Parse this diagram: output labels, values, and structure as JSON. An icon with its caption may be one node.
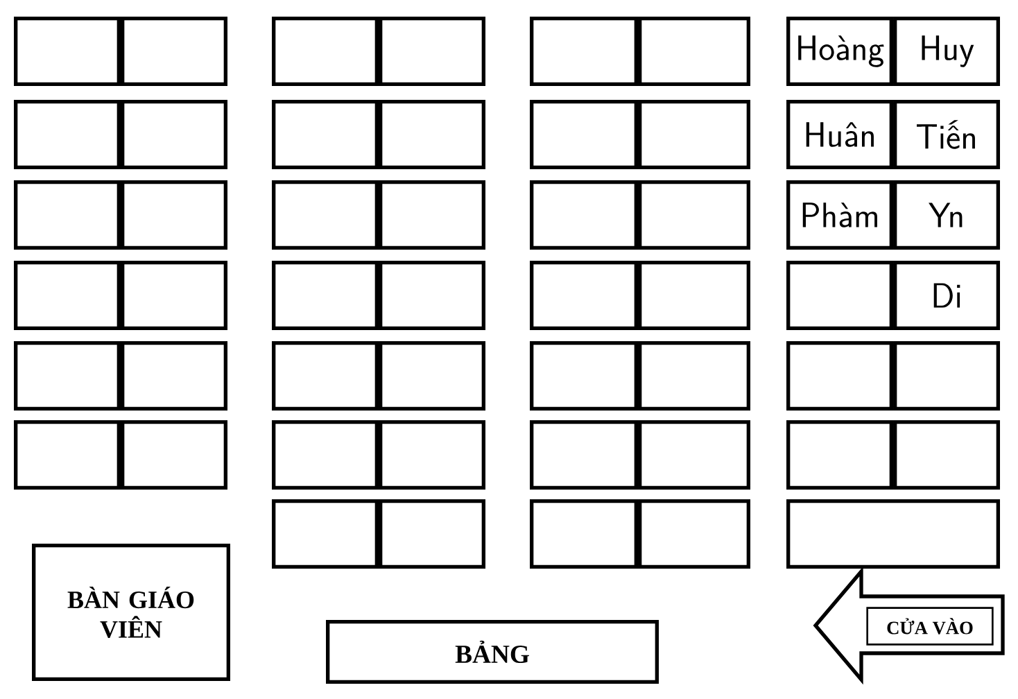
{
  "diagram": {
    "nodes": [
      {
        "text": [],
        "shape": "box"
      },
      {
        "text": [],
        "shape": "box"
      },
      {
        "text": [],
        "shape": "box"
      },
      {
        "text": [],
        "shape": "box"
      },
      {
        "text": [],
        "shape": "box"
      },
      {
        "text": [],
        "shape": "box"
      },
      {
        "text": [
          "Hoàng"
        ]
      },
      {
        "text": [
          "Huy"
        ]
      },
      {
        "text": [],
        "shape": "box"
      },
      {
        "text": [],
        "shape": "box"
      },
      {
        "text": [],
        "shape": "box"
      },
      {
        "text": [],
        "shape": "box"
      },
      {
        "text": [],
        "shape": "box"
      },
      {
        "text": [],
        "shape": "box"
      },
      {
        "text": [
          "Huân"
        ]
      },
      {
        "text": [
          "Tiến"
        ]
      },
      {
        "text": [],
        "shape": "box"
      },
      {
        "text": [],
        "shape": "box"
      },
      {
        "text": [],
        "shape": "box"
      },
      {
        "text": [],
        "shape": "box"
      },
      {
        "text": [],
        "shape": "box"
      },
      {
        "text": [],
        "shape": "box"
      },
      {
        "text": [
          "Phàm"
        ]
      },
      {
        "text": [
          "Yn"
        ]
      },
      {
        "text": [],
        "shape": "box"
      },
      {
        "text": [],
        "shape": "box"
      },
      {
        "text": [],
        "shape": "box"
      },
      {
        "text": [],
        "shape": "box"
      },
      {
        "text": [],
        "shape": "box"
      },
      {
        "text": [],
        "shape": "box"
      },
      {
        "text": [],
        "shape": "box"
      },
      {
        "text": [
          "Di"
        ]
      },
      {
        "text": [],
        "shape": "box"
      },
      {
        "text": [],
        "shape": "box"
      },
      {
        "text": [],
        "shape": "box"
      },
      {
        "text": [],
        "shape": "box"
      },
      {
        "text": [],
        "shape": "box"
      },
      {
        "text": [],
        "shape": "box"
      },
      {
        "text": [],
        "shape": "box"
      },
      {
        "text": [],
        "shape": "box"
      },
      {
        "text": [],
        "shape": "box"
      },
      {
        "text": [],
        "shape": "box"
      },
      {
        "text": [],
        "shape": "box"
      },
      {
        "text": [],
        "shape": "box"
      },
      {
        "text": [],
        "shape": "box"
      },
      {
        "text": [],
        "shape": "box"
      },
      {
        "text": [],
        "shape": "box"
      },
      {
        "text": [],
        "shape": "box"
      },
      {
        "text": [],
        "shape": "box"
      },
      {
        "text": [],
        "shape": "box"
      },
      {
        "text": [],
        "shape": "box"
      },
      {
        "text": [],
        "shape": "box"
      },
      {
        "text": [],
        "shape": "box"
      },
      {
        "text": [
          "BÀN GIÁO VIÊN"
        ]
      },
      {
        "text": [
          "BẢNG"
        ]
      },
      {
        "text": [
          "CỬA VÀO"
        ]
      }
    ]
  }
}
